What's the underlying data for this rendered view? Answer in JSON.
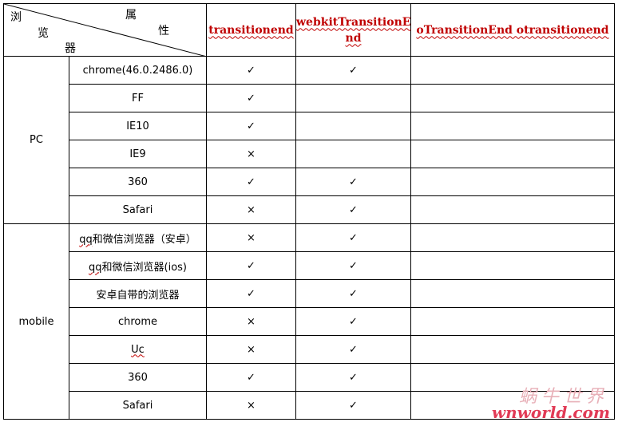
{
  "corner": {
    "col_label_a": "属",
    "col_label_b": "性",
    "row_label_a": "浏",
    "row_label_b": "览",
    "row_label_c": "器"
  },
  "properties": [
    "transitionend",
    "webkitTransitionE",
    "nd",
    "oTransitionEnd otransitionend"
  ],
  "groups": [
    "PC",
    "mobile"
  ],
  "rows": [
    {
      "browser": "chrome(46.0.2486.0)",
      "c1": "✓",
      "c2": "✓",
      "c3": ""
    },
    {
      "browser": "FF",
      "c1": "✓",
      "c2": "",
      "c3": ""
    },
    {
      "browser": "IE10",
      "c1": "✓",
      "c2": "",
      "c3": ""
    },
    {
      "browser": "IE9",
      "c1": "×",
      "c2": "",
      "c3": ""
    },
    {
      "browser": "360",
      "c1": "✓",
      "c2": "✓",
      "c3": ""
    },
    {
      "browser": "Safari",
      "c1": "×",
      "c2": "✓",
      "c3": ""
    },
    {
      "browser_a": "qq",
      "browser": "和微信浏览器（安卓）",
      "c1": "×",
      "c2": "✓",
      "c3": ""
    },
    {
      "browser_a": "qq",
      "browser": "和微信浏览器(ios)",
      "c1": "✓",
      "c2": "✓",
      "c3": ""
    },
    {
      "browser": "安卓自带的浏览器",
      "c1": "✓",
      "c2": "✓",
      "c3": ""
    },
    {
      "browser": "chrome",
      "c1": "×",
      "c2": "✓",
      "c3": ""
    },
    {
      "browser": "Uc",
      "c1": "×",
      "c2": "✓",
      "c3": ""
    },
    {
      "browser": "360",
      "c1": "✓",
      "c2": "✓",
      "c3": ""
    },
    {
      "browser": "Safari",
      "c1": "×",
      "c2": "✓",
      "c3": ""
    }
  ],
  "watermark": {
    "cn": "蜗牛世界",
    "en": "wnworld.com"
  }
}
